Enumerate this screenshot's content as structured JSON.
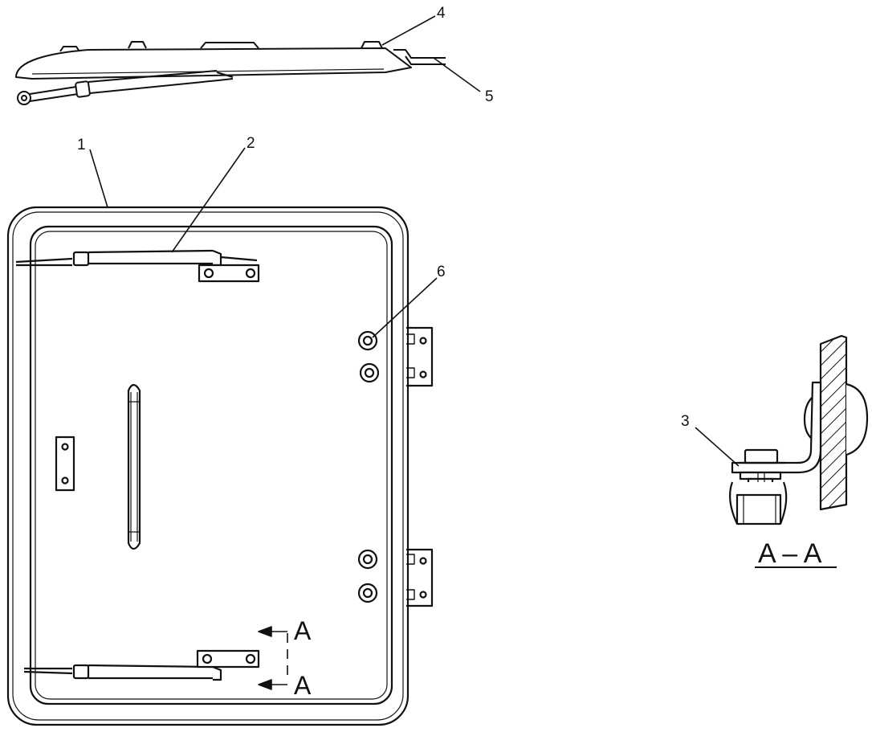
{
  "callouts": {
    "c1": "1",
    "c2": "2",
    "c3": "3",
    "c4": "4",
    "c5": "5",
    "c6": "6"
  },
  "section_markers": {
    "upper": "A",
    "lower": "A"
  },
  "section_view_title": "A – A"
}
